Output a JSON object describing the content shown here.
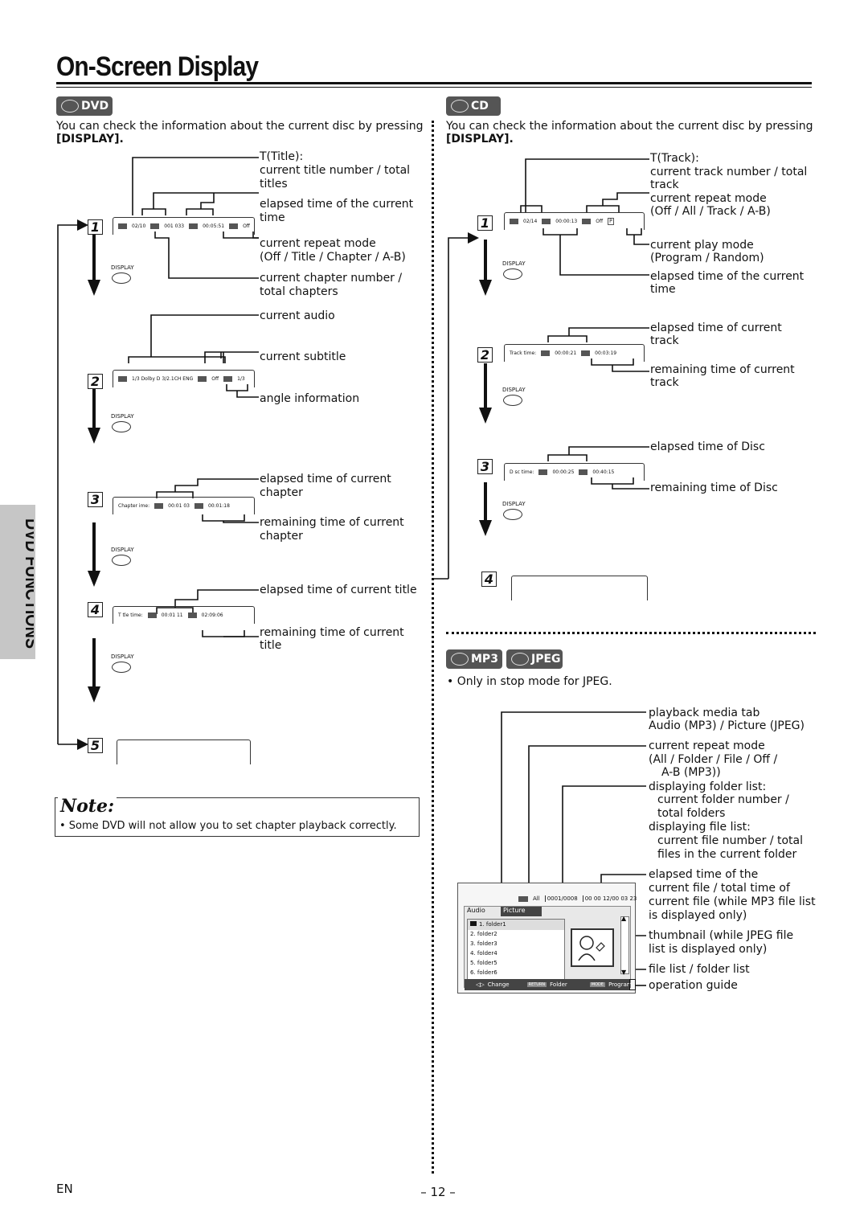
{
  "page": {
    "title": "On-Screen Display",
    "side_tab": "DVD FUNCTIONS",
    "footer_lang": "EN",
    "page_number": "– 12 –"
  },
  "dvd": {
    "badge": "DVD",
    "intro": "You can check the information about the current disc by pressing",
    "intro_key": "[DISPLAY].",
    "display_caption": "DISPLAY",
    "steps": [
      "1",
      "2",
      "3",
      "4",
      "5"
    ],
    "step1": {
      "screen": [
        "02/10",
        "001 033",
        "00:05:51",
        "Off"
      ],
      "labels": [
        "T(Title):",
        "current title number / total",
        "titles",
        "elapsed time of the current",
        "time",
        "current repeat mode",
        "(Off / Title / Chapter / A-B)",
        "current chapter number /",
        "total chapters"
      ]
    },
    "step2": {
      "screen": [
        "1/3 Dolby D 3/2.1CH ENG",
        "Off",
        "1/3"
      ],
      "labels": [
        "current audio",
        "current subtitle",
        "angle information"
      ]
    },
    "step3": {
      "screen": [
        "Chapter  ime:",
        "00:01 03",
        "00:01:18"
      ],
      "labels": [
        "elapsed time of current",
        "chapter",
        "remaining time of current",
        "chapter"
      ]
    },
    "step4": {
      "screen": [
        "T tle time:",
        "00:01 11",
        "02:09:06"
      ],
      "labels": [
        "elapsed time of current title",
        "remaining time of current",
        "title"
      ]
    }
  },
  "note": {
    "title": "Note:",
    "text": "• Some DVD will not allow you to set chapter playback correctly."
  },
  "cd": {
    "badge": "CD",
    "intro": "You can check the information about the current disc by pressing",
    "intro_key": "[DISPLAY].",
    "display_caption": "DISPLAY",
    "steps": [
      "1",
      "2",
      "3",
      "4"
    ],
    "step1": {
      "screen": [
        "02/14",
        "00:00:13",
        "Off",
        "P"
      ],
      "labels": [
        "T(Track):",
        "current track number / total",
        "track",
        "current repeat mode",
        "(Off / All / Track / A-B)",
        "current play mode",
        "(Program / Random)",
        "elapsed time of the current",
        "time"
      ]
    },
    "step2": {
      "screen": [
        "Track time:",
        "00:00:21",
        "00:03:19"
      ],
      "labels": [
        "elapsed time of current",
        "track",
        "remaining time of current",
        "track"
      ]
    },
    "step3": {
      "screen": [
        "D sc time:",
        "00:00:25",
        "00:40:15"
      ],
      "labels": [
        "elapsed time of Disc",
        "remaining time of Disc"
      ]
    }
  },
  "mp3jpeg": {
    "badges": [
      "MP3",
      "JPEG"
    ],
    "note": "• Only in stop mode for JPEG.",
    "labels": [
      "playback media tab",
      "Audio (MP3) / Picture (JPEG)",
      "current repeat mode",
      "(All / Folder / File / Off /",
      "A-B (MP3))",
      "displaying folder list:",
      "current folder number /",
      "total folders",
      "displaying file list:",
      "current file number / total",
      "files in the current folder",
      "elapsed time of the",
      "current file / total time of",
      "current file (while MP3 file list",
      "is displayed only)",
      "thumbnail (while JPEG file",
      "list is displayed only)",
      "file list / folder list",
      "operation guide"
    ],
    "menu": {
      "status": [
        "All",
        "0001/0008",
        "00 00 12/00 03 23"
      ],
      "tabs": [
        "Audio",
        "Picture"
      ],
      "items": [
        "1.  folder1",
        "2.  folder2",
        "3.  folder3",
        "4.  folder4",
        "5.  folder5",
        "6.  folder6"
      ],
      "guide": [
        "Change",
        "Folder",
        "Program"
      ],
      "guide_keys": [
        "RETURN",
        "MODE"
      ]
    }
  }
}
